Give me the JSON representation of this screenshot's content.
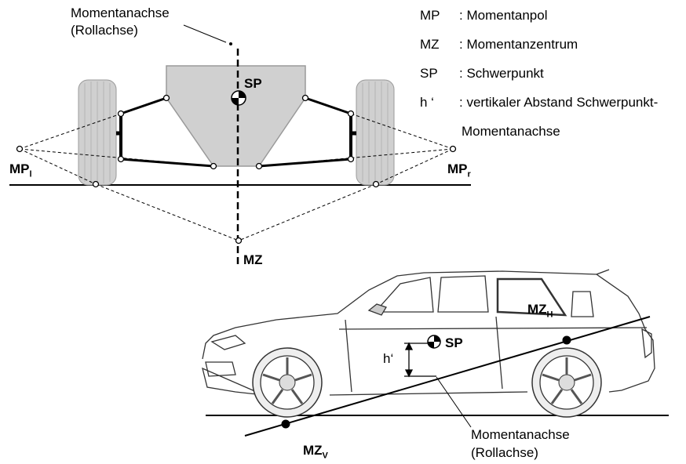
{
  "front_view": {
    "axis_label_line1": "Momentanachse",
    "axis_label_line2": "(Rollachse)",
    "sp_label": "SP",
    "mz_label": "MZ",
    "mp_left_main": "MP",
    "mp_left_sub": "l",
    "mp_right_main": "MP",
    "mp_right_sub": "r"
  },
  "legend": [
    {
      "abbr": "MP",
      "sep": ":",
      "text": "Momentanpol"
    },
    {
      "abbr": "MZ",
      "sep": ":",
      "text": "Momentanzentrum"
    },
    {
      "abbr": "SP",
      "sep": ":",
      "text": "Schwerpunkt"
    },
    {
      "abbr": "h ‘",
      "sep": ":",
      "text": "vertikaler Abstand Schwerpunkt-",
      "continuation": "Momentanachse"
    }
  ],
  "side_view": {
    "mzh_main": "MZ",
    "mzh_sub": "H",
    "mzv_main": "MZ",
    "mzv_sub": "V",
    "sp_label": "SP",
    "h_label": "h‘",
    "axis_label_line1": "Momentanachse",
    "axis_label_line2": "(Rollachse)"
  }
}
